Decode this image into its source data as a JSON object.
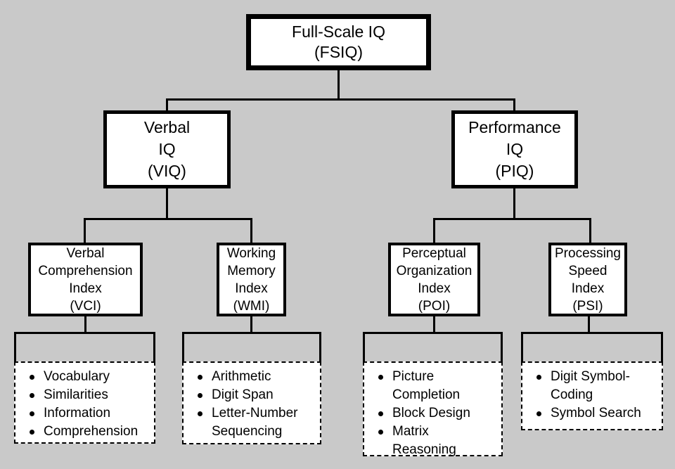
{
  "colors": {
    "background": "#c9c9c9",
    "box_fill": "#ffffff",
    "line_and_text": "#000000"
  },
  "diagram_type": "hierarchy-flowchart",
  "nodes": {
    "fsiq": {
      "label": "Full-Scale IQ\n(FSIQ)"
    },
    "viq": {
      "label": "Verbal\nIQ\n(VIQ)"
    },
    "piq": {
      "label": "Performance\nIQ\n(PIQ)"
    },
    "vci": {
      "label": "Verbal\nComprehension\nIndex\n(VCI)"
    },
    "wmi": {
      "label": "Working\nMemory\nIndex\n(WMI)"
    },
    "poi": {
      "label": "Perceptual\nOrganization\nIndex\n(POI)"
    },
    "psi": {
      "label": "Processing\nSpeed\nIndex\n(PSI)"
    }
  },
  "subtests": {
    "vci": [
      "Vocabulary",
      "Similarities",
      "Information",
      "Comprehension"
    ],
    "wmi": [
      "Arithmetic",
      "Digit Span",
      "Letter-Number\nSequencing"
    ],
    "poi": [
      "Picture\nCompletion",
      "Block Design",
      "Matrix\nReasoning"
    ],
    "psi": [
      "Digit Symbol-\nCoding",
      "Symbol Search"
    ]
  }
}
